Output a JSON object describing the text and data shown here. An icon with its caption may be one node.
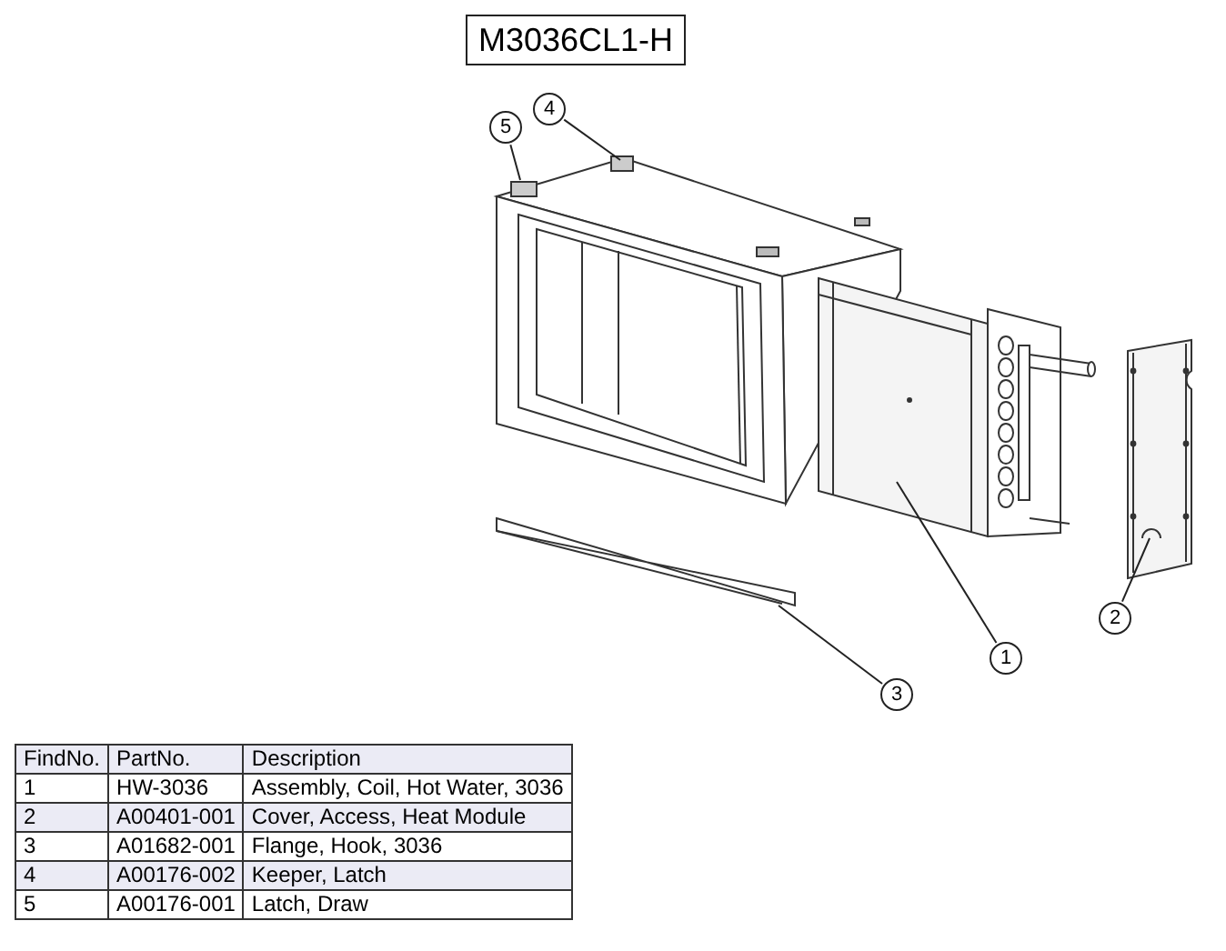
{
  "diagram": {
    "title": "M3036CL1-H",
    "nodes": [
      {
        "text": [
          "1"
        ]
      },
      {
        "text": [
          "2"
        ]
      },
      {
        "text": [
          "3"
        ]
      },
      {
        "text": [
          "4"
        ]
      },
      {
        "text": [
          "5"
        ]
      },
      {
        "text": [],
        "shape": "picture"
      },
      {
        "text": [],
        "shape": "picture"
      },
      {
        "text": [],
        "shape": "picture"
      },
      {
        "text": [],
        "shape": "box"
      },
      {
        "text": [],
        "shape": "box"
      }
    ],
    "edges": [
      {
        "from": 0,
        "to": 5,
        "arrow": "none"
      },
      {
        "from": 1,
        "to": 6,
        "arrow": "none"
      },
      {
        "from": 2,
        "to": 7,
        "arrow": "none"
      },
      {
        "from": 3,
        "to": 8,
        "arrow": "none"
      },
      {
        "from": 4,
        "to": 9,
        "arrow": "none"
      }
    ],
    "labels": [
      "FindNo.",
      "PartNo.",
      "Description",
      "1",
      "HW-3036",
      "Assembly, Coil, Hot Water, 3036",
      "2",
      "A00401-001",
      "Cover, Access, Heat Module",
      "3",
      "A01682-001",
      "Flange, Hook, 3036",
      "4",
      "A00176-002",
      "Keeper, Latch",
      "5",
      "A00176-001",
      "Latch, Draw"
    ]
  }
}
